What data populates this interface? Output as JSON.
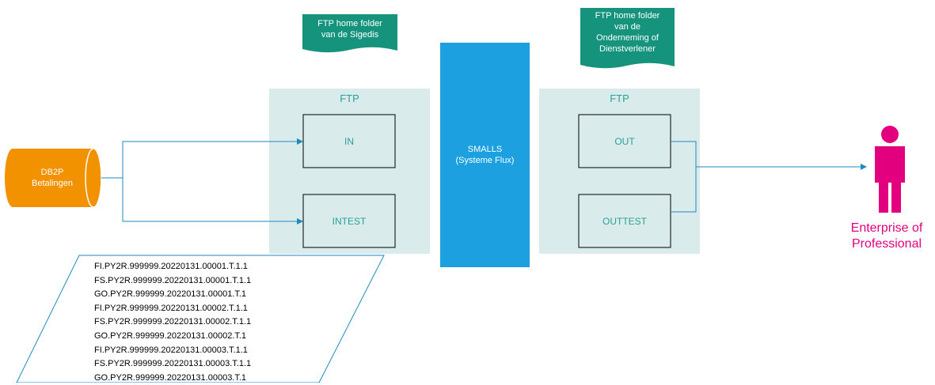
{
  "colors": {
    "teal_dark": "#15937d",
    "ftp_panel": "#d9ebeb",
    "teal_text": "#2aa198",
    "smalls_blue": "#1ca0e0",
    "arrow_blue": "#1f8ac0",
    "db_orange": "#f39200",
    "actor_magenta": "#e3007e"
  },
  "doc_left": {
    "label": "FTP home folder\nvan de Sigedis"
  },
  "doc_right": {
    "label": "FTP home folder\nvan de\nOnderneming of\nDienstverlener"
  },
  "ftp_left": {
    "title": "FTP",
    "boxes": [
      {
        "label": "IN"
      },
      {
        "label": "INTEST"
      }
    ]
  },
  "ftp_right": {
    "title": "FTP",
    "boxes": [
      {
        "label": "OUT"
      },
      {
        "label": "OUTTEST"
      }
    ]
  },
  "smalls": {
    "label": "SMALLS\n(Systeme Flux)"
  },
  "database": {
    "label": "DB2P\nBetalingen"
  },
  "actor": {
    "label": "Enterprise of\nProfessional",
    "icon": "person-icon"
  },
  "files": [
    "FI.PY2R.999999.20220131.00001.T.1.1",
    "FS.PY2R.999999.20220131.00001.T.1.1",
    "GO.PY2R.999999.20220131.00001.T.1",
    "FI.PY2R.999999.20220131.00002.T.1.1",
    "FS.PY2R.999999.20220131.00002.T.1.1",
    "GO.PY2R.999999.20220131.00002.T.1",
    "FI.PY2R.999999.20220131.00003.T.1.1",
    "FS.PY2R.999999.20220131.00003.T.1.1",
    "GO.PY2R.999999.20220131.00003.T.1"
  ]
}
